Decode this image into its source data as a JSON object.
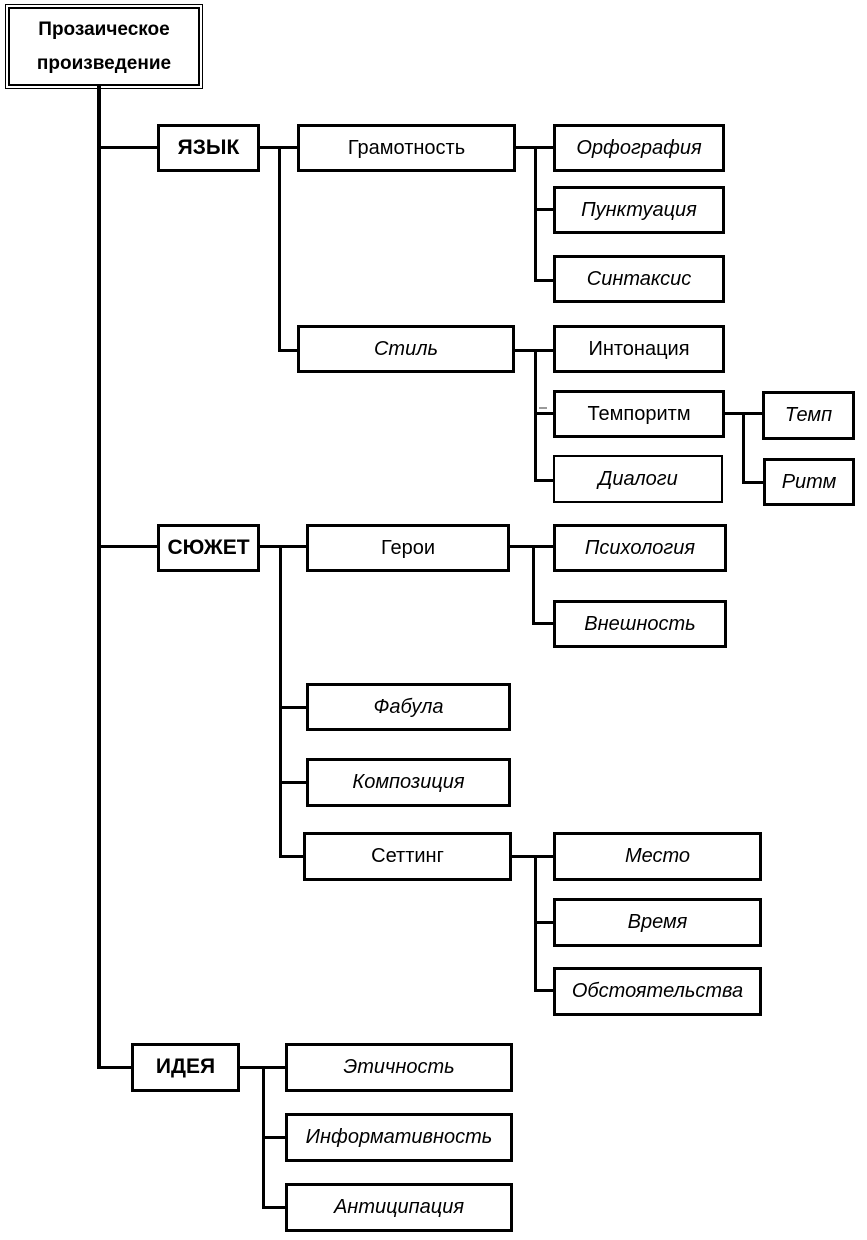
{
  "colors": {
    "line": "#000000",
    "background": "#ffffff",
    "text": "#000000"
  },
  "tree": {
    "root": {
      "label": "Прозаическое произведение"
    },
    "sections": [
      {
        "label": "ЯЗЫК",
        "children": [
          {
            "label": "Грамотность",
            "children": [
              {
                "label": "Орфография"
              },
              {
                "label": "Пунктуация"
              },
              {
                "label": "Синтаксис"
              }
            ]
          },
          {
            "label": "Стиль",
            "children": [
              {
                "label": "Интонация"
              },
              {
                "label": "Темпоритм",
                "children": [
                  {
                    "label": "Темп"
                  },
                  {
                    "label": "Ритм"
                  }
                ]
              },
              {
                "label": "Диалоги"
              }
            ]
          }
        ]
      },
      {
        "label": "СЮЖЕТ",
        "children": [
          {
            "label": "Герои",
            "children": [
              {
                "label": "Психология"
              },
              {
                "label": "Внешность"
              }
            ]
          },
          {
            "label": "Фабула"
          },
          {
            "label": "Композиция"
          },
          {
            "label": "Сеттинг",
            "children": [
              {
                "label": "Место"
              },
              {
                "label": "Время"
              },
              {
                "label": "Обстоятельства"
              }
            ]
          }
        ]
      },
      {
        "label": "ИДЕЯ",
        "children": [
          {
            "label": "Этичность"
          },
          {
            "label": "Информативность"
          },
          {
            "label": "Антиципация"
          }
        ]
      }
    ]
  }
}
